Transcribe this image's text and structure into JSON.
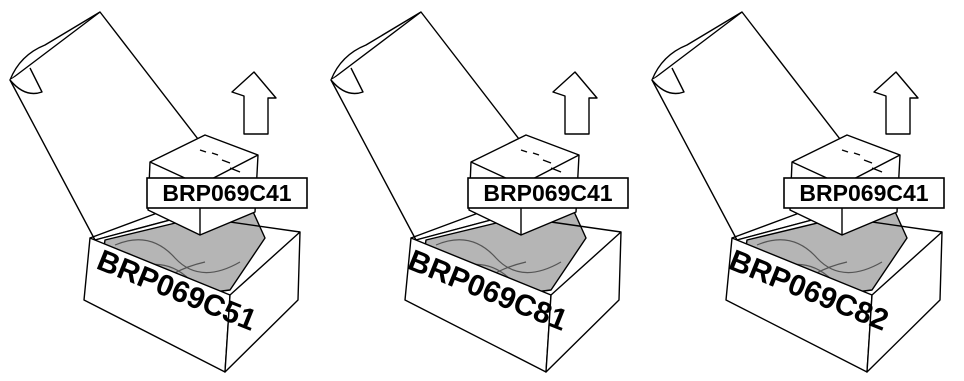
{
  "panels": [
    {
      "unit_label": "BRP069C41",
      "box_label": "BRP069C51"
    },
    {
      "unit_label": "BRP069C41",
      "box_label": "BRP069C81"
    },
    {
      "unit_label": "BRP069C41",
      "box_label": "BRP069C82"
    }
  ],
  "colors": {
    "line": "#000000",
    "bag": "#8a8a8a",
    "bag_dark": "#5e5e5e",
    "fill": "#ffffff"
  }
}
